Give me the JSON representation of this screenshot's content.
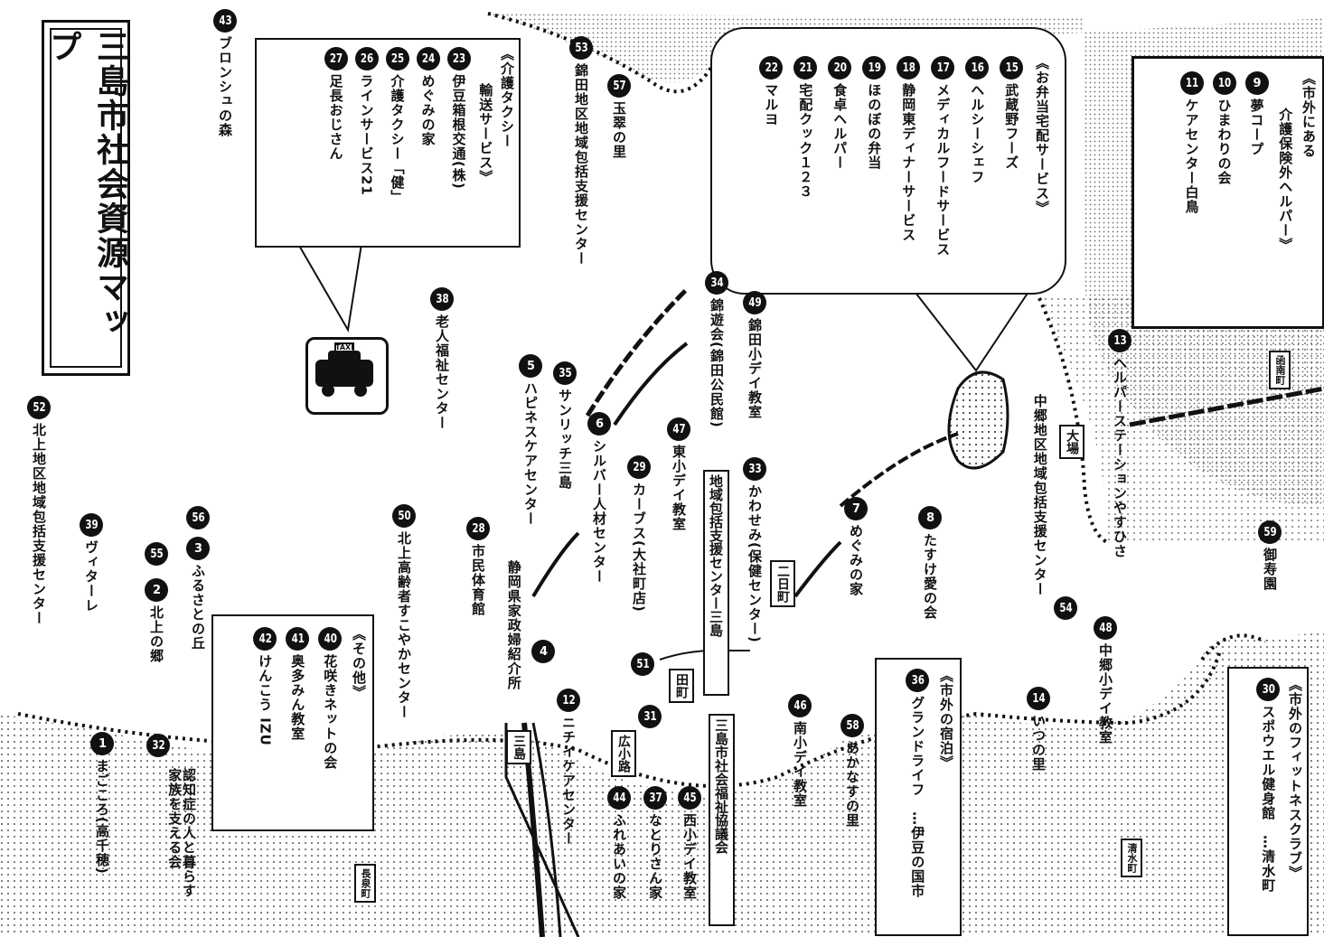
{
  "title": "三島市社会資源マップ",
  "labels": {
    "l52": "北上地区地域包括支援センター",
    "l39": "ヴィターレ",
    "l55": "北上の郷",
    "l56": "ふるさとの丘",
    "l43": "ブロンシュの森",
    "l38": "老人福祉センター",
    "l50": "北上高齢者すこやかセンター",
    "l28": "市民体育館",
    "l4": "静岡県家政婦紹介所",
    "l5": "ハピネスケアセンター",
    "l35": "サンリッチ三島",
    "l6": "シルバー人材センター",
    "l29": "カーブス(大社町店)",
    "l47": "東小デイ教室",
    "l34": "錦遊会(錦田公民館)",
    "l49": "錦田小デイ教室",
    "l53": "錦田地区地域包括支援センター",
    "l57": "玉翠の里",
    "l7": "めぐみの家",
    "l8": "たすけ愛の会",
    "l33": "かわせみ(保健センター)",
    "l31": "",
    "l51": "",
    "l12": "ニチイケアセンター",
    "l44": "ふれあいの家",
    "l37": "なとりさん家",
    "l45": "西小デイ教室",
    "l46": "南小デイ教室",
    "l58": "あかなすの里",
    "l54": "中郷地区地域包括支援センター",
    "l13": "ヘルパーステーションやすひさ",
    "l14": "いつの里",
    "l48": "中郷小デイ教室",
    "l59": "御寿園",
    "l1": "まごころ(高千穂)",
    "l32": "認知症の人と暮らす家族を支える会"
  },
  "boxes": {
    "chiiki": "地域包括支援センター三島",
    "shakai": "三島市社会福祉協議会",
    "taxi_icon": "TAXI"
  },
  "places": {
    "nichome": "二日町",
    "tamachi": "田町",
    "hirokoji": "広小路",
    "mishima": "三島",
    "daiba": "大場",
    "hatsune": "函南町",
    "nagaizumi": "長泉町",
    "shimizu": "清水町"
  },
  "panels": {
    "taxi": {
      "header": "《介護タクシー",
      "sub": "輸送サービス》",
      "items": [
        {
          "n": "23",
          "t": "伊豆箱根交通(株)"
        },
        {
          "n": "24",
          "t": "めぐみの家"
        },
        {
          "n": "25",
          "t": "介護タクシー「健」"
        },
        {
          "n": "26",
          "t": "ラインサービス21"
        },
        {
          "n": "27",
          "t": "足長おじさん"
        }
      ]
    },
    "bento": {
      "header": "《お弁当宅配サービス》",
      "items": [
        {
          "n": "15",
          "t": "武蔵野フーズ"
        },
        {
          "n": "16",
          "t": "ヘルシーシェフ"
        },
        {
          "n": "17",
          "t": "メディカルフードサービス"
        },
        {
          "n": "18",
          "t": "静岡東ディナーサービス"
        },
        {
          "n": "19",
          "t": "ほのぼの弁当"
        },
        {
          "n": "20",
          "t": "食卓ヘルパー"
        },
        {
          "n": "21",
          "t": "宅配クック１２３"
        },
        {
          "n": "22",
          "t": "マルヨ"
        }
      ]
    },
    "outside": {
      "header": "《市外にある",
      "sub": "介護保険外ヘルパー》",
      "items": [
        {
          "n": "9",
          "t": "夢コープ"
        },
        {
          "n": "10",
          "t": "ひまわりの会"
        },
        {
          "n": "11",
          "t": "ケアセンター白鳥"
        }
      ]
    },
    "other": {
      "header": "《その他》",
      "items": [
        {
          "n": "40",
          "t": "花咲きネットの会"
        },
        {
          "n": "41",
          "t": "奥多みん教室"
        },
        {
          "n": "42",
          "t": "けんこう IZU"
        }
      ]
    },
    "lodging": {
      "header": "《市外の宿泊》",
      "items": [
        {
          "n": "36",
          "t": "グランドライフ　…伊豆の国市"
        }
      ]
    },
    "fitness": {
      "header": "《市外のフィットネスクラブ》",
      "items": [
        {
          "n": "30",
          "t": "スポウエル健身館　…清水町"
        }
      ]
    }
  }
}
